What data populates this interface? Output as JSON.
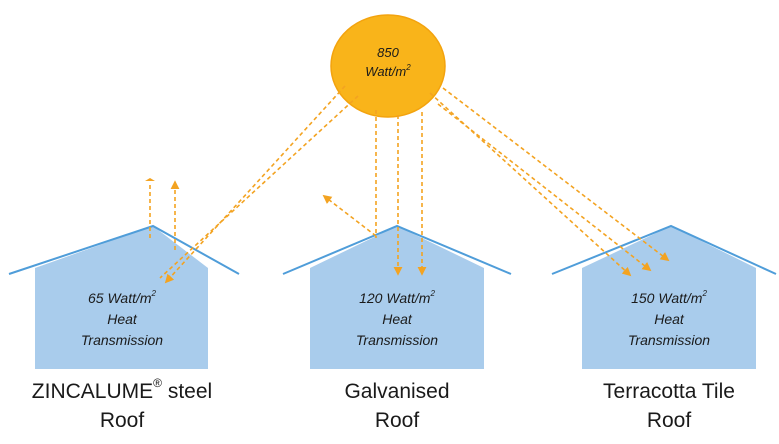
{
  "colors": {
    "sun": "#f9b41a",
    "sun_rim": "#f3a30e",
    "ray": "#f3a321",
    "house_fill": "#a9ccec",
    "house_outline": "#4f9dd9"
  },
  "icons": [
    "sun-icon",
    "house-icon",
    "dashed-arrow-icon"
  ],
  "sun": {
    "value": "850",
    "unit": "Watt/m",
    "unit_sup": "2"
  },
  "houses": [
    {
      "value": "65 Watt/m",
      "sup": "2",
      "line2": "Heat",
      "line3": "Transmission",
      "label_line1": "ZINCALUME",
      "label_reg": "®",
      "label_line1b": " steel",
      "label_line2": "Roof"
    },
    {
      "value": "120 Watt/m",
      "sup": "2",
      "line2": "Heat",
      "line3": "Transmission",
      "label_line1": "Galvanised",
      "label_line2": "Roof"
    },
    {
      "value": "150 Watt/m",
      "sup": "2",
      "line2": "Heat",
      "line3": "Transmission",
      "label_line1": "Terracotta Tile",
      "label_line2": "Roof"
    }
  ]
}
